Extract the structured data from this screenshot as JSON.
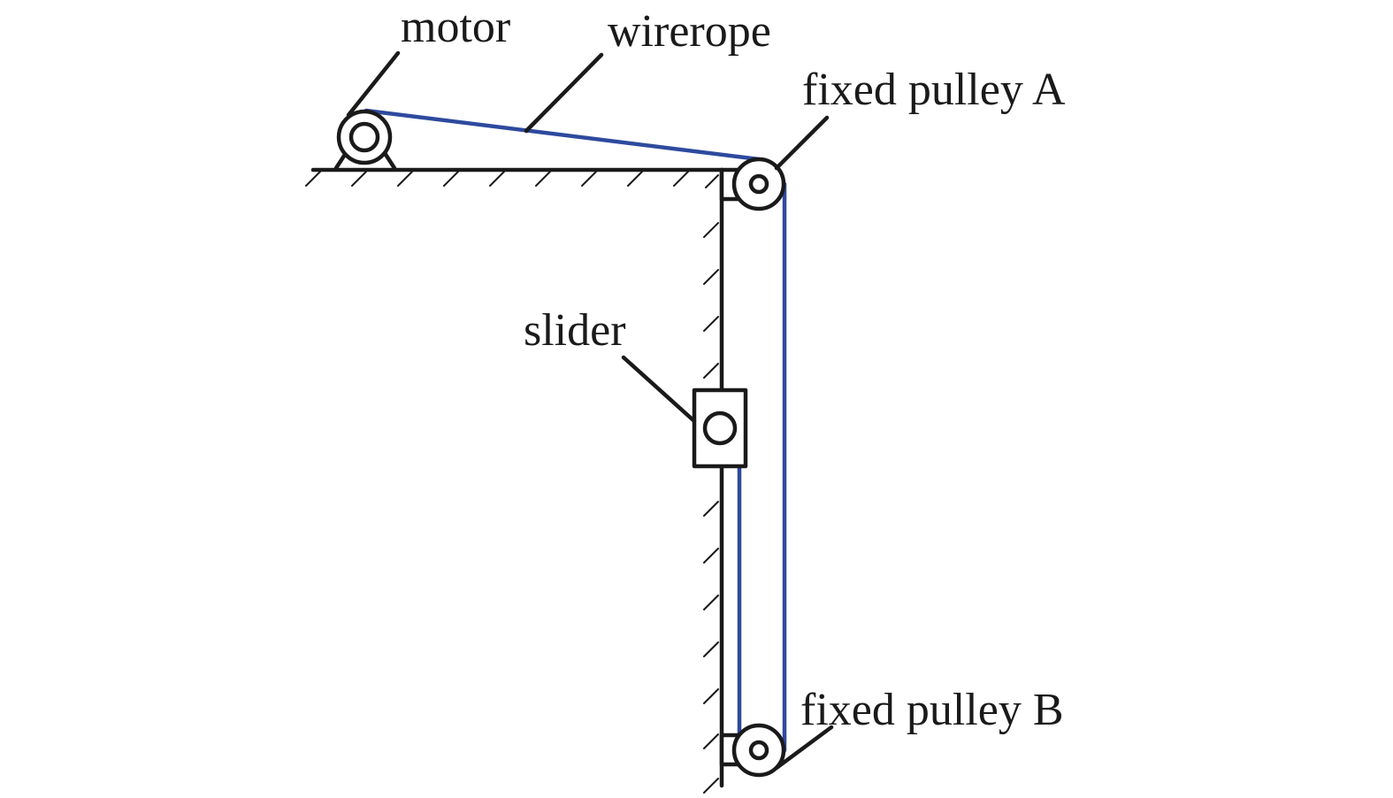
{
  "labels": {
    "motor": "motor",
    "wirerope": "wirerope",
    "pulley_a": "fixed pulley A",
    "pulley_b": "fixed pulley B",
    "slider": "slider"
  },
  "colors": {
    "rope": "#2e4a9e",
    "ink": "#1a1a1a"
  }
}
